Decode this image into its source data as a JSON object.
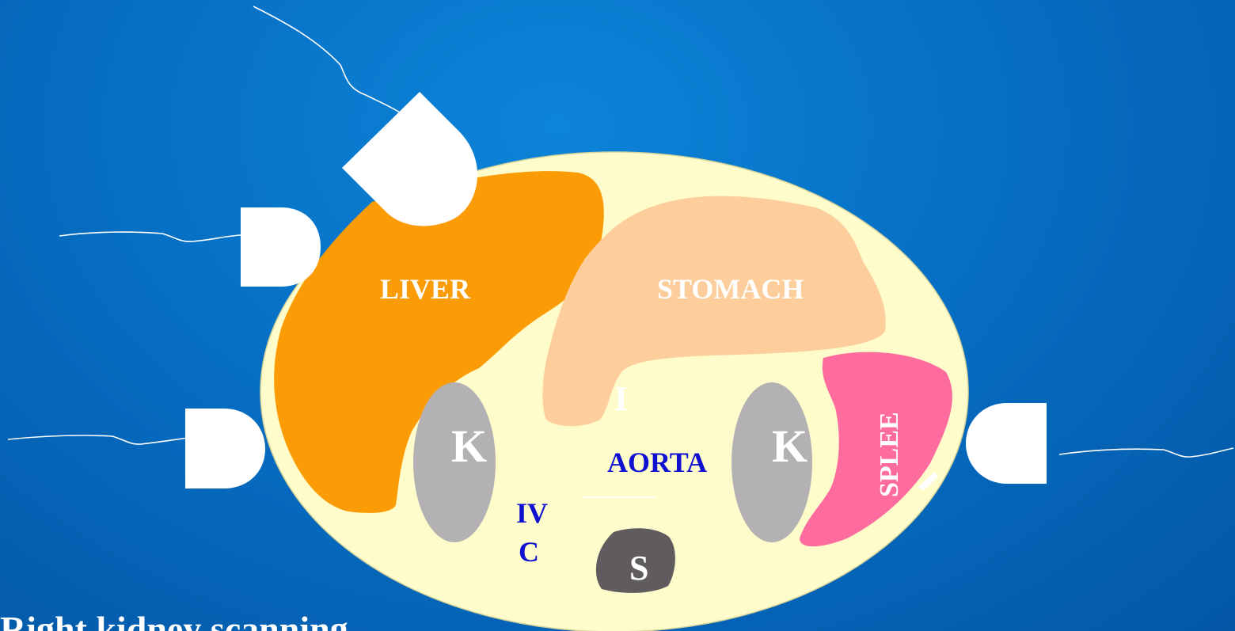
{
  "colors": {
    "background": "#0670c6",
    "abdomen": "#fefccb",
    "liver": "#fb9b06",
    "stomach": "#fdcd9b",
    "kidney": "#b3b1b4",
    "spleen": "#fe6b9f",
    "spine": "#5f5b5f",
    "probe": "#ffffff",
    "blue_label": "#1010d0"
  },
  "labels": {
    "liver": "LIVER",
    "stomach": "STOMACH",
    "kidney_right": "K",
    "kidney_left": "K",
    "aorta": "AORTA",
    "ivc_line1": "IV",
    "ivc_line2": "C",
    "spine": "S",
    "spleen": "SPLEE",
    "stomach_tail": "I",
    "bottom_text": "Right kidney scanning"
  }
}
